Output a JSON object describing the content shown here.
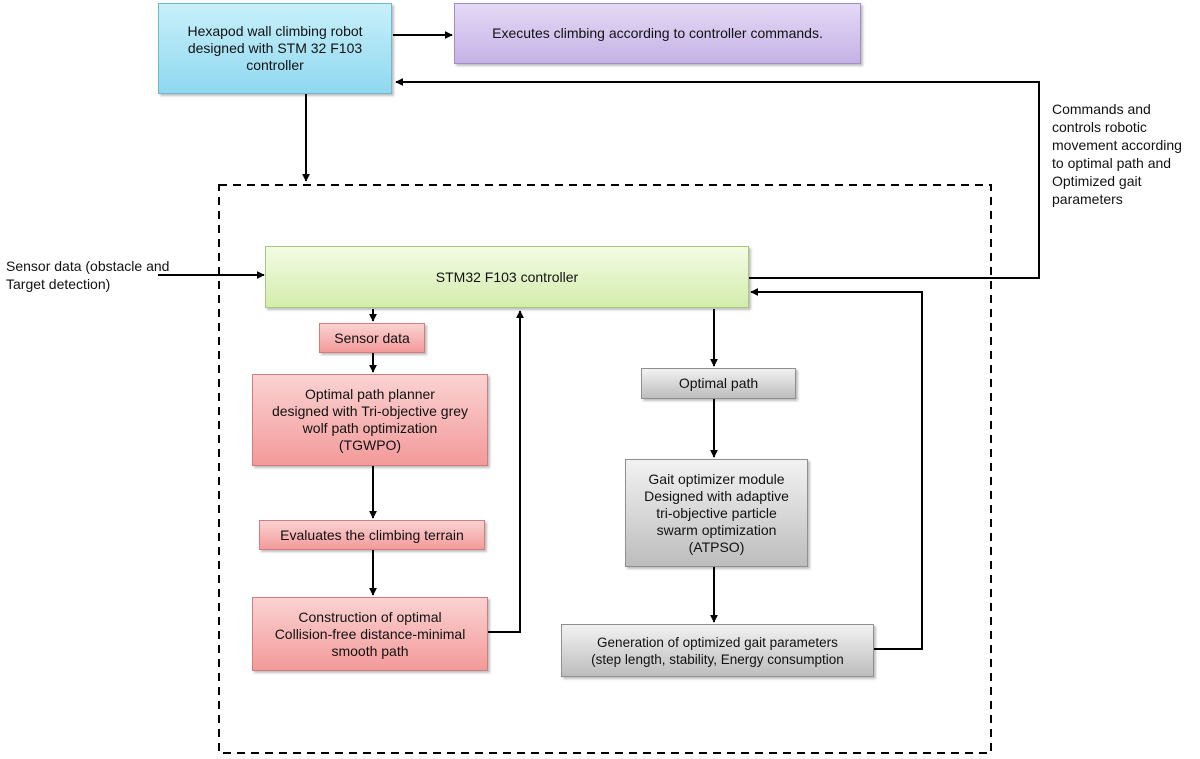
{
  "colors": {
    "robot_fill": "#8fd8ef",
    "execute_fill": "#c5b2e6",
    "controller_fill": "#d3edac",
    "tgwpo_chain_fill": "#f39a9a",
    "atpso_chain_fill": "#bdbdbd",
    "line": "#000000"
  },
  "nodes": {
    "robot": "Hexapod wall climbing robot\ndesigned with STM 32 F103\ncontroller",
    "execute": "Executes climbing according to controller commands.",
    "controller": "STM32 F103 controller",
    "sensor_data_box": "Sensor data",
    "path_planner": "Optimal path planner\ndesigned with Tri-objective grey\nwolf path optimization\n(TGWPO)",
    "evaluate_terrain": "Evaluates the climbing terrain",
    "construct_path": "Construction of optimal\nCollision-free distance-minimal\nsmooth path",
    "optimal_path": "Optimal path",
    "gait_optimizer": "Gait  optimizer module\nDesigned with adaptive\ntri-objective particle\nswarm optimization\n(ATPSO)",
    "gait_params": "Generation of optimized gait parameters\n(step length, stability, Energy consumption"
  },
  "labels": {
    "sensor_input": "Sensor data (obstacle and\nTarget detection)",
    "commands": "Commands and\ncontrols robotic\nmovement according\nto optimal path and\nOptimized gait\nparameters"
  }
}
